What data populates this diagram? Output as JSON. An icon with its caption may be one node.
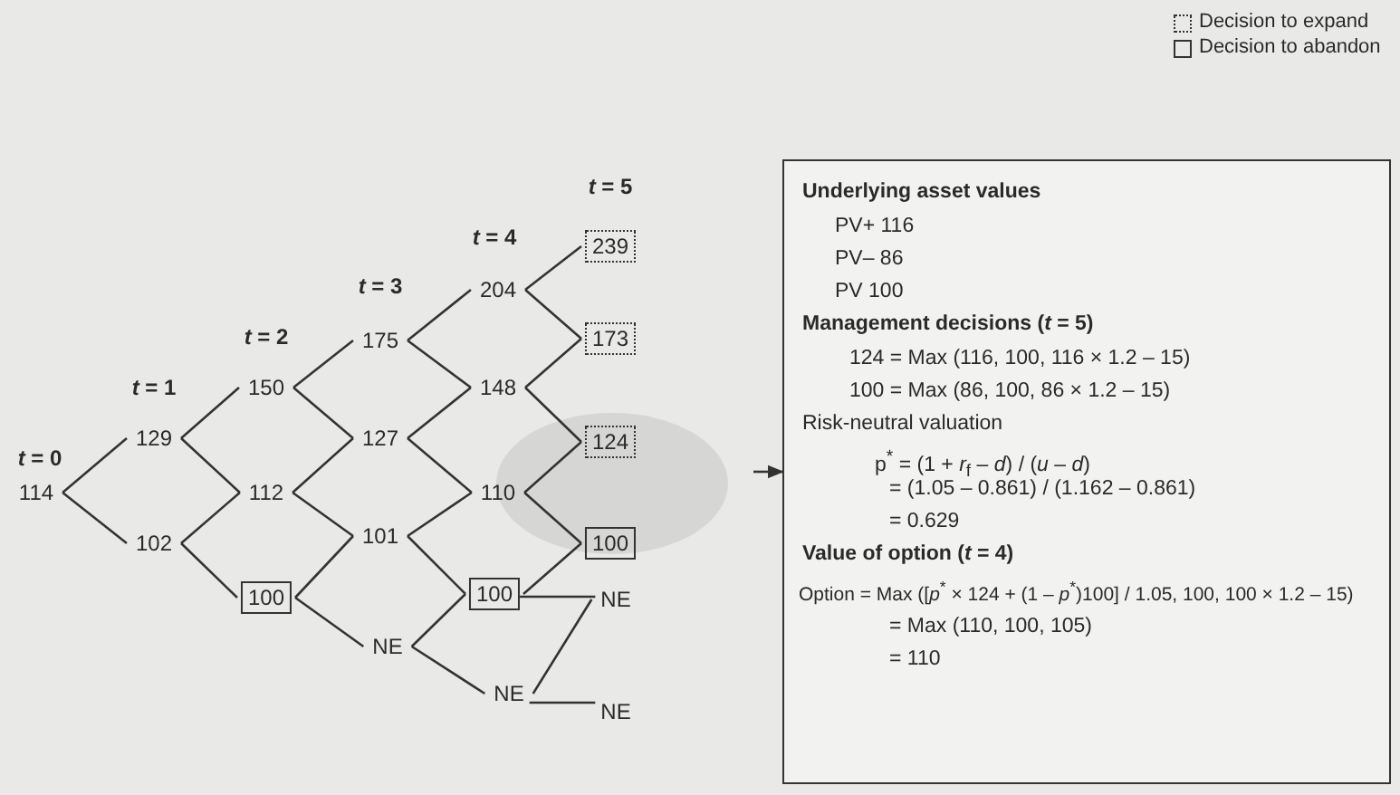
{
  "diagram": {
    "nodes": [
      {
        "text": [
          "114"
        ]
      },
      {
        "text": [
          "129"
        ]
      },
      {
        "text": [
          "102"
        ]
      },
      {
        "text": [
          "150"
        ]
      },
      {
        "text": [
          "112"
        ]
      },
      {
        "text": [
          "100"
        ]
      },
      {
        "text": [
          "175"
        ]
      },
      {
        "text": [
          "127"
        ]
      },
      {
        "text": [
          "101"
        ]
      },
      {
        "text": [
          "NE"
        ]
      },
      {
        "text": [
          "204"
        ]
      },
      {
        "text": [
          "148"
        ]
      },
      {
        "text": [
          "110"
        ]
      },
      {
        "text": [
          "100"
        ]
      },
      {
        "text": [
          "NE"
        ]
      },
      {
        "text": [
          "239"
        ]
      },
      {
        "text": [
          "173"
        ]
      },
      {
        "text": [
          "124"
        ]
      },
      {
        "text": [
          "100"
        ]
      },
      {
        "text": [
          "NE"
        ]
      },
      {
        "text": [
          "NE"
        ]
      },
      {
        "text": [
          "Underlying asset values",
          "PV+ 116",
          "PV– 86",
          "PV 100",
          "Management decisions (*t* = 5)",
          "124 = Max (116, 100, 116 × 1.2 – 15)",
          "100 = Max (86, 100, 86 × 1.2 – 15)",
          "Risk-neutral valuation",
          "p$^{*}$ = (1 + *r*$_{f}$ – *d*) / (*u* – *d*)",
          "= (1.05 – 0.861) / (1.162 – 0.861)",
          "= 0.629",
          "Value of option (*t* = 4)",
          "Option = Max ([*p*$^{*}$ × 124 + (1 – *p*$^{*}$)100] / 1.05, 100, 100 × 1.2 – 15)",
          "= Max (110, 100, 105)",
          "= 110"
        ]
      }
    ],
    "edges": [
      {
        "from": 0,
        "to": 1,
        "arrow": "none"
      },
      {
        "from": 0,
        "to": 2,
        "arrow": "none"
      },
      {
        "from": 1,
        "to": 3,
        "arrow": "none"
      },
      {
        "from": 1,
        "to": 4,
        "arrow": "none"
      },
      {
        "from": 2,
        "to": 4,
        "arrow": "none"
      },
      {
        "from": 2,
        "to": 5,
        "arrow": "none"
      },
      {
        "from": 3,
        "to": 6,
        "arrow": "none"
      },
      {
        "from": 3,
        "to": 7,
        "arrow": "none"
      },
      {
        "from": 4,
        "to": 7,
        "arrow": "none"
      },
      {
        "from": 4,
        "to": 8,
        "arrow": "none"
      },
      {
        "from": 5,
        "to": 8,
        "arrow": "none"
      },
      {
        "from": 5,
        "to": 9,
        "arrow": "none"
      },
      {
        "from": 6,
        "to": 10,
        "arrow": "none"
      },
      {
        "from": 6,
        "to": 11,
        "arrow": "none"
      },
      {
        "from": 7,
        "to": 11,
        "arrow": "none"
      },
      {
        "from": 7,
        "to": 12,
        "arrow": "none"
      },
      {
        "from": 8,
        "to": 12,
        "arrow": "none"
      },
      {
        "from": 8,
        "to": 13,
        "arrow": "none"
      },
      {
        "from": 9,
        "to": 13,
        "arrow": "none"
      },
      {
        "from": 9,
        "to": 14,
        "arrow": "none"
      },
      {
        "from": 10,
        "to": 15,
        "arrow": "none"
      },
      {
        "from": 10,
        "to": 16,
        "arrow": "none"
      },
      {
        "from": 11,
        "to": 16,
        "arrow": "none"
      },
      {
        "from": 11,
        "to": 17,
        "arrow": "none"
      },
      {
        "from": 12,
        "to": 17,
        "arrow": "none"
      },
      {
        "from": 12,
        "to": 18,
        "arrow": "none"
      },
      {
        "from": 13,
        "to": 18,
        "arrow": "none"
      },
      {
        "from": 13,
        "to": 19,
        "arrow": "none"
      },
      {
        "from": 14,
        "to": 19,
        "arrow": "none"
      },
      {
        "from": 14,
        "to": 20,
        "arrow": "none"
      },
      {
        "from": null,
        "to": 21,
        "arrow": "to"
      }
    ],
    "labels": [
      "*t* = 0",
      "*t* = 1",
      "*t* = 2",
      "*t* = 3",
      "*t* = 4",
      "*t* = 5"
    ],
    "legend": [
      {
        "text": "Decision to expand"
      },
      {
        "text": "Decision to abandon"
      }
    ]
  }
}
